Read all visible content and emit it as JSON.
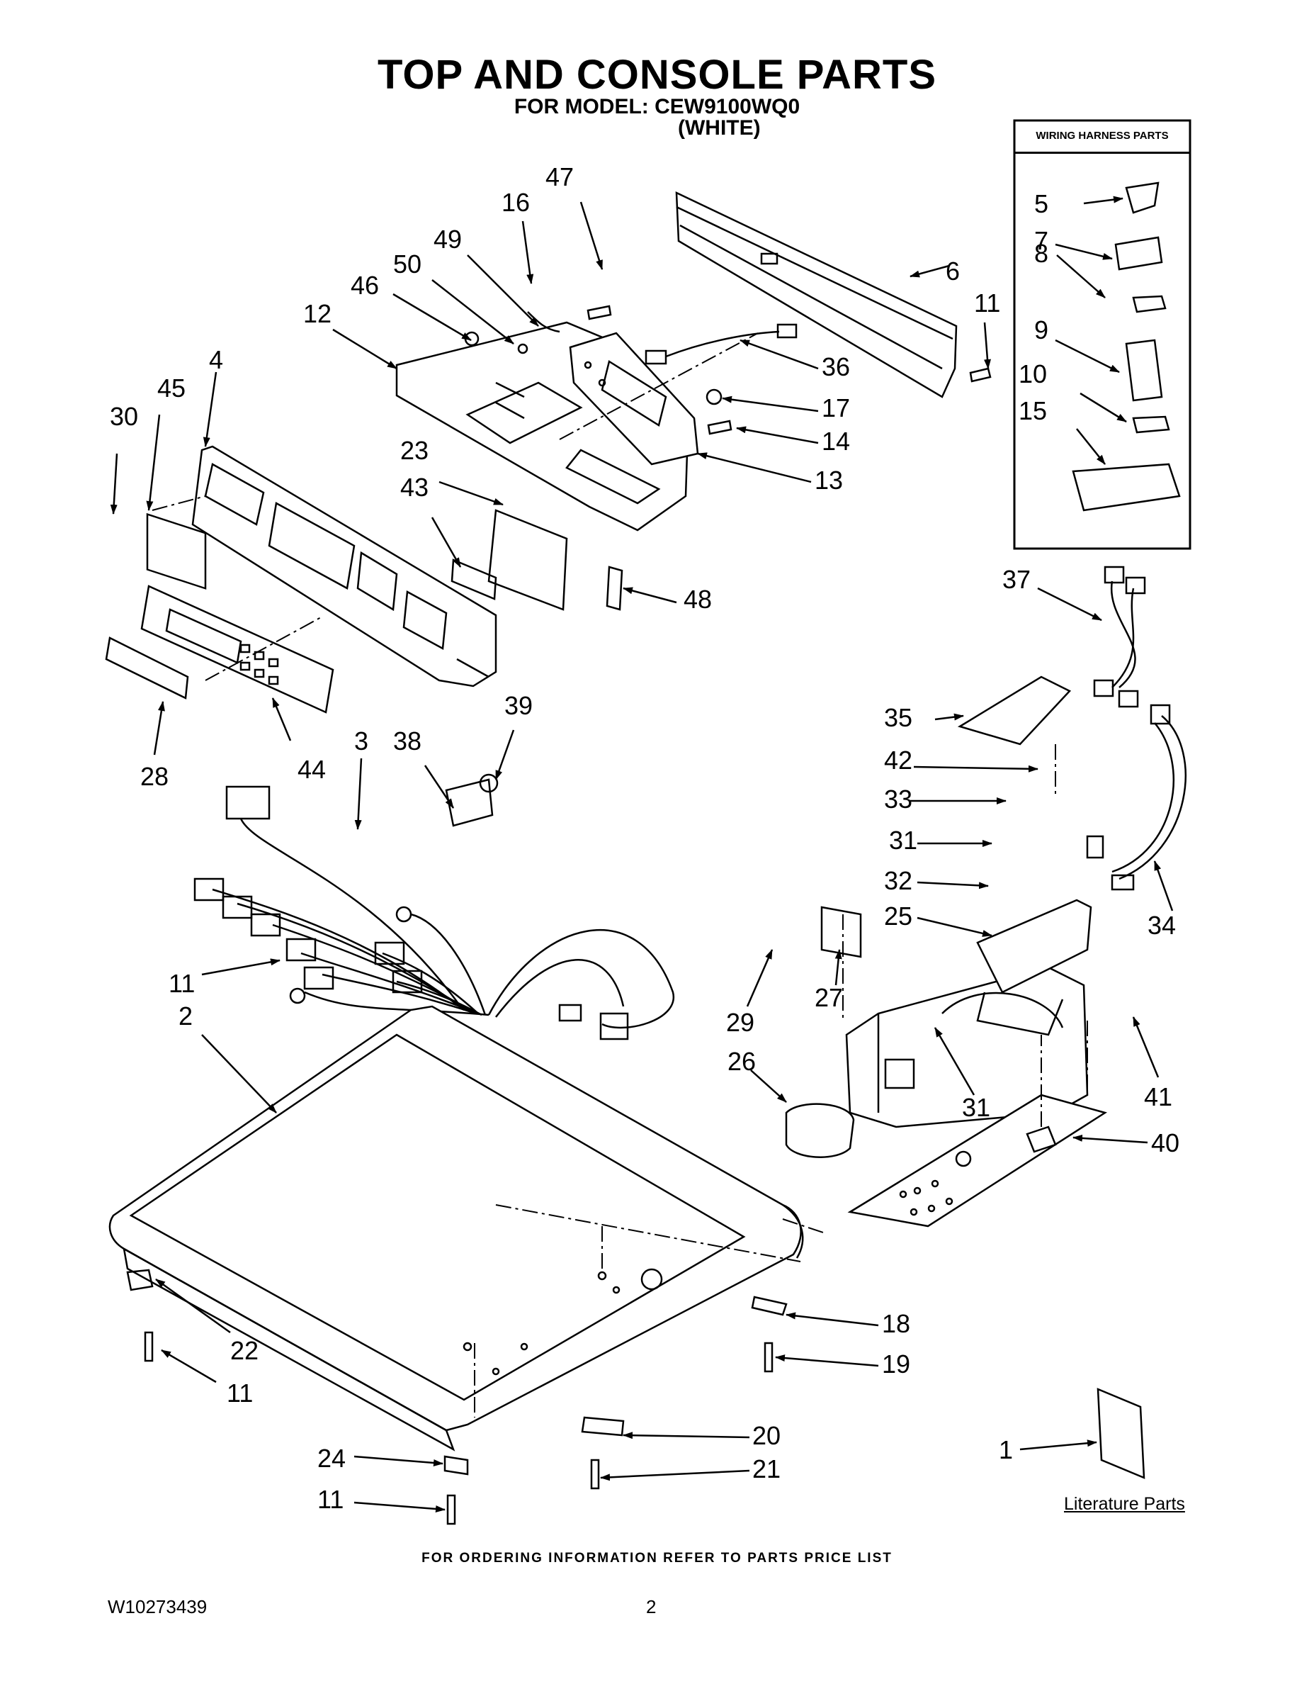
{
  "title": "TOP AND CONSOLE PARTS",
  "subtitle": "FOR MODEL: CEW9100WQ0",
  "color_variant": "(WHITE)",
  "inset_title": "WIRING HARNESS PARTS",
  "literature_label": "Literature Parts",
  "footer_note": "FOR ORDERING INFORMATION REFER TO PARTS PRICE LIST",
  "doc_number": "W10273439",
  "page_number": "2",
  "labels": [
    {
      "id": "lbl-47a",
      "text": "47"
    },
    {
      "id": "lbl-16",
      "text": "16"
    },
    {
      "id": "lbl-49",
      "text": "49"
    },
    {
      "id": "lbl-50",
      "text": "50"
    },
    {
      "id": "lbl-46",
      "text": "46"
    },
    {
      "id": "lbl-12",
      "text": "12"
    },
    {
      "id": "lbl-4",
      "text": "4"
    },
    {
      "id": "lbl-45",
      "text": "45"
    },
    {
      "id": "lbl-30",
      "text": "30"
    },
    {
      "id": "lbl-6",
      "text": "6"
    },
    {
      "id": "lbl-11a",
      "text": "11"
    },
    {
      "id": "lbl-36",
      "text": "36"
    },
    {
      "id": "lbl-17",
      "text": "17"
    },
    {
      "id": "lbl-14",
      "text": "14"
    },
    {
      "id": "lbl-13",
      "text": "13"
    },
    {
      "id": "lbl-23",
      "text": "23"
    },
    {
      "id": "lbl-43",
      "text": "43"
    },
    {
      "id": "lbl-48",
      "text": "48"
    },
    {
      "id": "lbl-28",
      "text": "28"
    },
    {
      "id": "lbl-44",
      "text": "44"
    },
    {
      "id": "lbl-3",
      "text": "3"
    },
    {
      "id": "lbl-38",
      "text": "38"
    },
    {
      "id": "lbl-39",
      "text": "39"
    },
    {
      "id": "lbl-11b",
      "text": "11"
    },
    {
      "id": "lbl-2",
      "text": "2"
    },
    {
      "id": "lbl-5",
      "text": "5"
    },
    {
      "id": "lbl-7",
      "text": "7"
    },
    {
      "id": "lbl-8",
      "text": "8"
    },
    {
      "id": "lbl-9",
      "text": "9"
    },
    {
      "id": "lbl-10",
      "text": "10"
    },
    {
      "id": "lbl-15",
      "text": "15"
    },
    {
      "id": "lbl-37",
      "text": "37"
    },
    {
      "id": "lbl-35",
      "text": "35"
    },
    {
      "id": "lbl-42",
      "text": "42"
    },
    {
      "id": "lbl-33",
      "text": "33"
    },
    {
      "id": "lbl-31a",
      "text": "31"
    },
    {
      "id": "lbl-32",
      "text": "32"
    },
    {
      "id": "lbl-25",
      "text": "25"
    },
    {
      "id": "lbl-34",
      "text": "34"
    },
    {
      "id": "lbl-29",
      "text": "29"
    },
    {
      "id": "lbl-27",
      "text": "27"
    },
    {
      "id": "lbl-26",
      "text": "26"
    },
    {
      "id": "lbl-31b",
      "text": "31"
    },
    {
      "id": "lbl-41",
      "text": "41"
    },
    {
      "id": "lbl-40",
      "text": "40"
    },
    {
      "id": "lbl-22",
      "text": "22"
    },
    {
      "id": "lbl-11c",
      "text": "11"
    },
    {
      "id": "lbl-18",
      "text": "18"
    },
    {
      "id": "lbl-19",
      "text": "19"
    },
    {
      "id": "lbl-20",
      "text": "20"
    },
    {
      "id": "lbl-21",
      "text": "21"
    },
    {
      "id": "lbl-24",
      "text": "24"
    },
    {
      "id": "lbl-11d",
      "text": "11"
    },
    {
      "id": "lbl-1",
      "text": "1"
    }
  ]
}
